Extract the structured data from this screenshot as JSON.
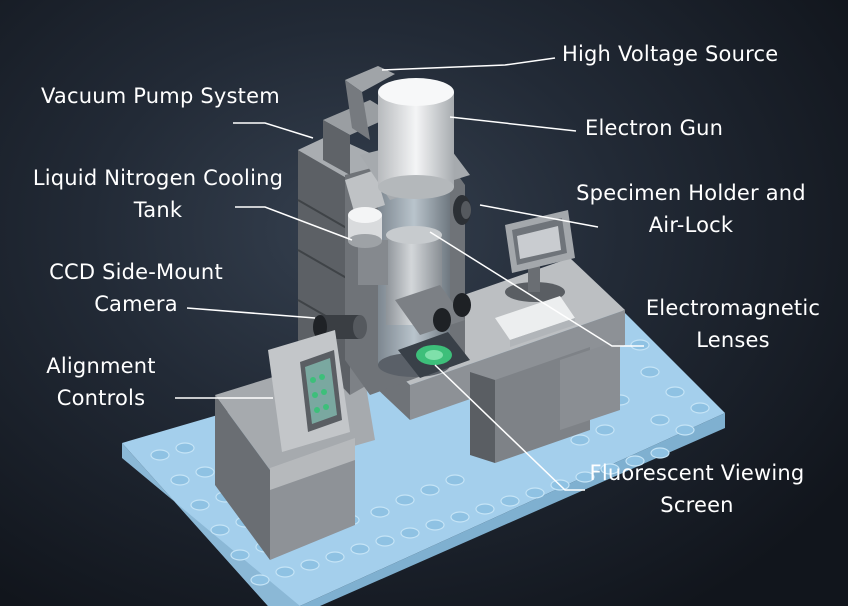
{
  "labels": {
    "high_voltage_source": "High Voltage Source",
    "vacuum_pump_system": "Vacuum Pump System",
    "electron_gun": "Electron Gun",
    "liquid_nitrogen": {
      "line1": "Liquid Nitrogen Cooling",
      "line2": "Tank"
    },
    "specimen_holder": {
      "line1": "Specimen Holder and",
      "line2": "Air-Lock"
    },
    "ccd_camera": {
      "line1": "CCD Side-Mount",
      "line2": "Camera"
    },
    "electromagnetic_lenses": {
      "line1": "Electromagnetic",
      "line2": "Lenses"
    },
    "alignment_controls": {
      "line1": "Alignment",
      "line2": "Controls"
    },
    "fluorescent_screen": {
      "line1": "Fluorescent Viewing",
      "line2": "Screen"
    }
  },
  "colors": {
    "baseplate": "#a9d4ef",
    "brick_light": "#c9cbcd",
    "brick_mid": "#9a9ea3",
    "brick_dark": "#4a4e53",
    "screen_green": "#3dbf7a",
    "leader_line": "#ffffff"
  }
}
